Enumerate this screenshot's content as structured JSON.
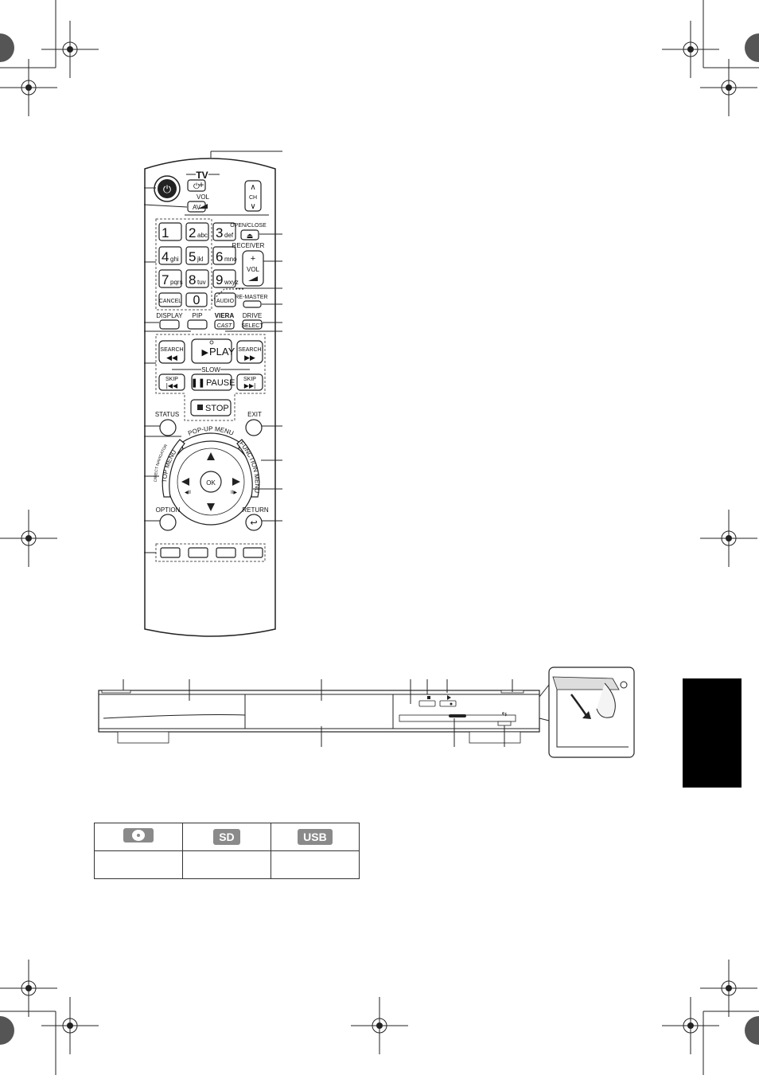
{
  "remote": {
    "tv_label": "TV",
    "av": "AV",
    "vol": "VOL",
    "ch": "CH",
    "plus": "+",
    "keys": [
      {
        "big": "1",
        "small": ""
      },
      {
        "big": "2",
        "small": "abc"
      },
      {
        "big": "3",
        "small": "def"
      },
      {
        "big": "4",
        "small": "ghi"
      },
      {
        "big": "5",
        "small": "jkl"
      },
      {
        "big": "6",
        "small": "mno"
      },
      {
        "big": "7",
        "small": "pqrs"
      },
      {
        "big": "8",
        "small": "tuv"
      },
      {
        "big": "9",
        "small": "wxyz"
      }
    ],
    "cancel": "CANCEL",
    "zero": "0",
    "audio": "AUDIO",
    "open_close": "OPEN/CLOSE",
    "receiver": "RECEIVER",
    "remaster": "RE-MASTER",
    "display": "DISPLAY",
    "pip": "PIP",
    "viera": "VIERA",
    "cast": "CAST",
    "drive": "DRIVE",
    "select": "SELECT",
    "search": "SEARCH",
    "play": "PLAY",
    "slow": "SLOW",
    "skip": "SKIP",
    "pause": "PAUSE",
    "stop": "STOP",
    "status": "STATUS",
    "exit": "EXIT",
    "popup_menu": "POP-UP MENU",
    "top_menu": "TOP MENU",
    "direct_navigator": "DIRECT NAVIGATOR",
    "function_menu": "FUNCTION MENU",
    "ok": "OK",
    "option": "OPTION",
    "return": "RETURN"
  },
  "media_table": {
    "header": [
      "disc-icon",
      "SD",
      "USB"
    ],
    "row": [
      "",
      "",
      ""
    ]
  },
  "colors": {
    "tab": "#000000",
    "badge": "#8a8a8a"
  }
}
